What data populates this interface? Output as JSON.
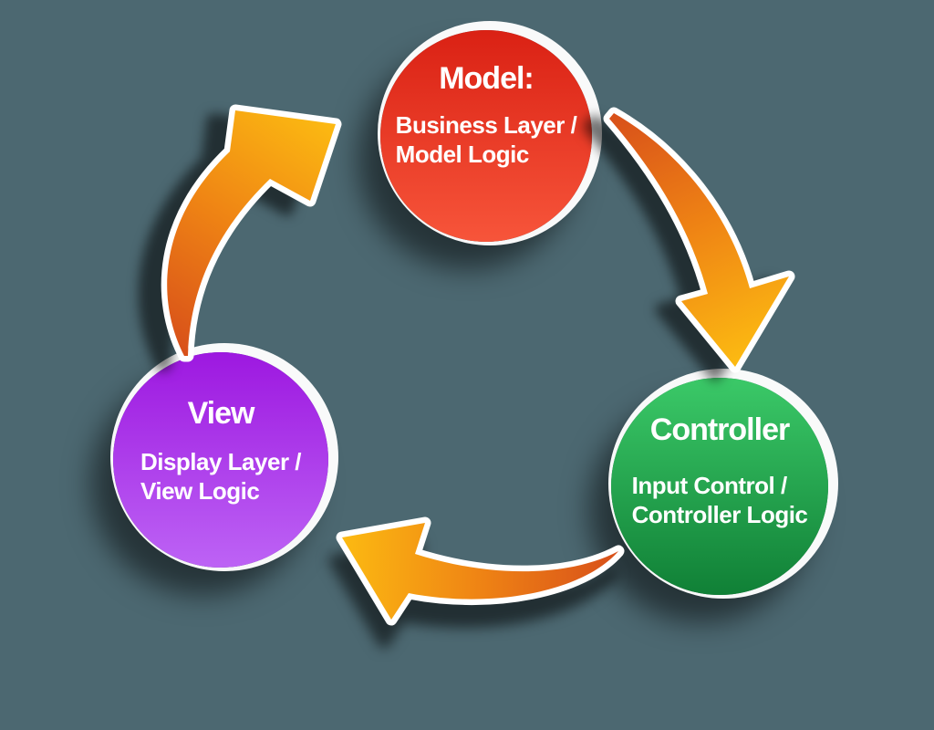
{
  "diagram": {
    "kind": "mvc-cycle",
    "nodes": [
      {
        "id": "model",
        "heading": "Model:",
        "body": "Business Layer /\nModel Logic"
      },
      {
        "id": "controller",
        "heading": "Controller",
        "body": "Input Control /\nController Logic"
      },
      {
        "id": "view",
        "heading": "View",
        "body": "Display Layer /\nView Logic"
      }
    ],
    "arrows": [
      {
        "from": "Model",
        "to": "Controller"
      },
      {
        "from": "Controller",
        "to": "View"
      },
      {
        "from": "View",
        "to": "Model"
      }
    ]
  },
  "colors": {
    "background": "#4c6871",
    "text": "#ffffff",
    "outline": "#ffffff",
    "model_top": "#da2114",
    "model_bottom": "#f7553a",
    "controller_top": "#3bc968",
    "controller_bottom": "#108036",
    "view_top": "#9d18e0",
    "view_bottom": "#bd63f5",
    "arrow_tail": "#d8501a",
    "arrow_mid": "#ef8414",
    "arrow_head": "#fcba12"
  }
}
